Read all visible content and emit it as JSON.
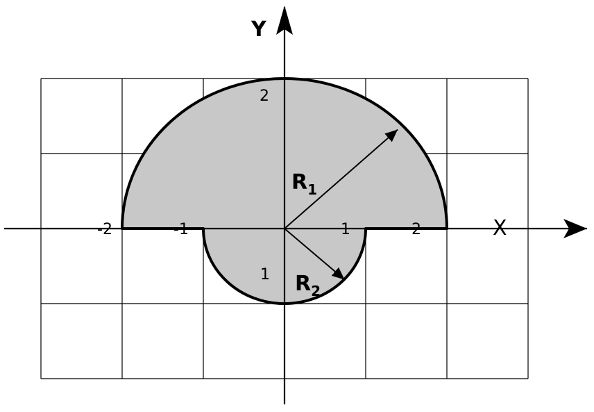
{
  "diagram": {
    "x_axis_label": "X",
    "y_axis_label": "Y",
    "tick_labels": {
      "x_neg2": "-2",
      "x_neg1": "-1",
      "x_pos1": "1",
      "x_pos2": "2",
      "y_pos2": "2",
      "y_neg1": "1"
    },
    "radius_large": {
      "letter": "R",
      "subscript": "1",
      "value": 2
    },
    "radius_small": {
      "letter": "R",
      "subscript": "2",
      "value": 1
    },
    "grid": {
      "x_range": [
        -3,
        3
      ],
      "y_range": [
        -2,
        2
      ],
      "step": 1
    },
    "colors": {
      "shape_fill": "#c8c8c8",
      "outline": "#000000",
      "grid": "#000000"
    }
  }
}
